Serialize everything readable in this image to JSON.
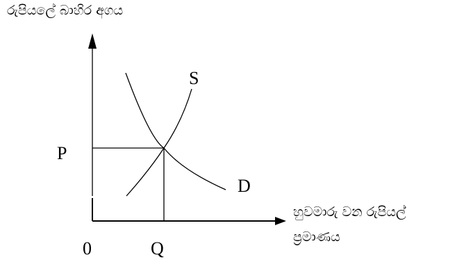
{
  "axes": {
    "y_label": "රුපියලේ බාහිර අගය",
    "x_label_line1": "හුවමාරු වන රුපියල්",
    "x_label_line2": "ප්‍රමාණය",
    "origin": "0"
  },
  "curves": {
    "supply_label": "S",
    "demand_label": "D"
  },
  "equilibrium": {
    "price_label": "P",
    "quantity_label": "Q"
  },
  "colors": {
    "ink": "#000000",
    "background": "#ffffff"
  }
}
